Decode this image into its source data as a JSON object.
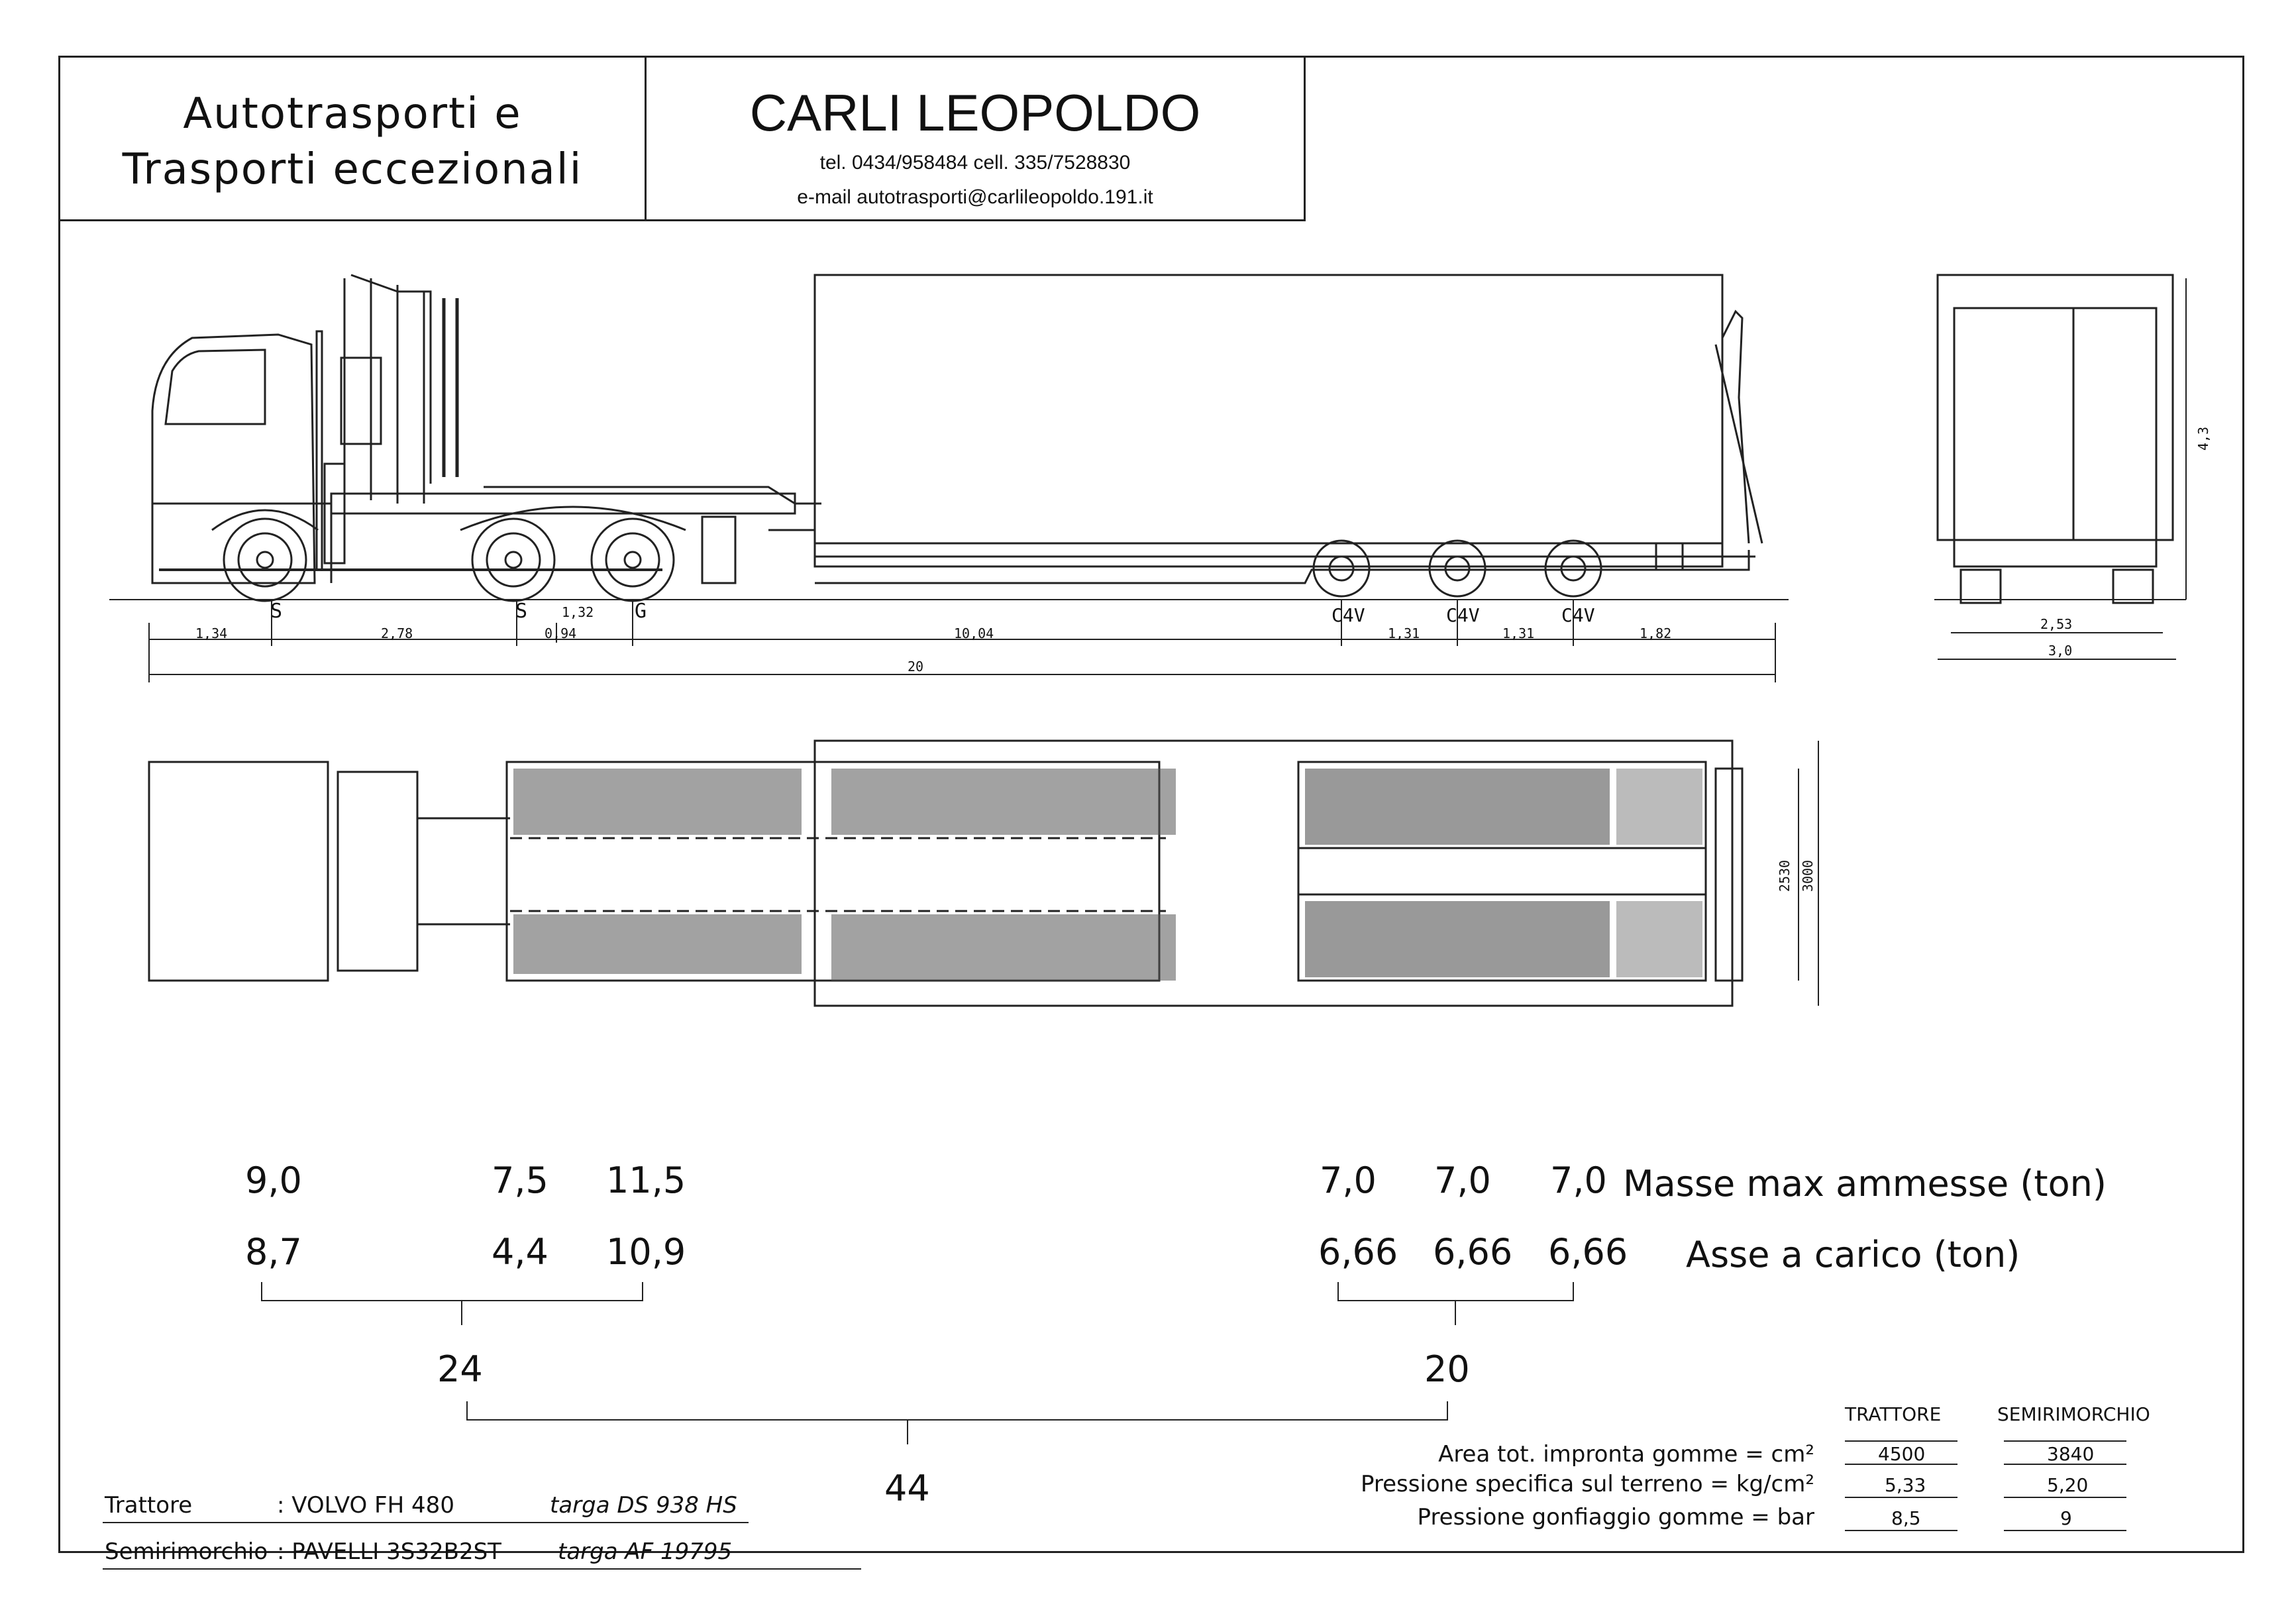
{
  "header": {
    "tagline_line1": "Autotrasporti e",
    "tagline_line2": "Trasporti eccezionali",
    "company_name": "CARLI LEOPOLDO",
    "phone_line": "tel. 0434/958484 cell. 335/7528830",
    "email_line": "e-mail  autotrasporti@carlileopoldo.191.it"
  },
  "side_view_dims": {
    "axle_labels": [
      "S",
      "S",
      "G",
      "C4V",
      "C4V",
      "C4V"
    ],
    "segments": [
      "1,34",
      "2,78",
      "1,32",
      "0,94",
      "10,04",
      "1,31",
      "1,31",
      "1,82"
    ],
    "total": "20",
    "height": "4,3",
    "track": "2,53",
    "width": "3,0"
  },
  "top_view_dims": {
    "inner_width": "2530",
    "outer_width": "3000"
  },
  "axle_loads": {
    "tractor_max": [
      "9,0",
      "7,5",
      "11,5"
    ],
    "tractor_load": [
      "8,7",
      "4,4",
      "10,9"
    ],
    "trailer_max": [
      "7,0",
      "7,0",
      "7,0"
    ],
    "trailer_load": [
      "6,66",
      "6,66",
      "6,66"
    ],
    "max_label": "Masse max ammesse (ton)",
    "load_label": "Asse a carico (ton)",
    "tractor_total": "24",
    "trailer_total": "20",
    "grand_total": "44"
  },
  "tyre_table": {
    "col_tractor": "TRATTORE",
    "col_trailer": "SEMIRIMORCHIO",
    "rows": [
      {
        "label": "Area tot. impronta gomme = cm²",
        "tractor": "4500",
        "trailer": "3840"
      },
      {
        "label": "Pressione specifica sul terreno = kg/cm²",
        "tractor": "5,33",
        "trailer": "5,20"
      },
      {
        "label": "Pressione gonfiaggio gomme = bar",
        "tractor": "8,5",
        "trailer": "9"
      }
    ]
  },
  "vehicles": {
    "tractor_label": "Trattore",
    "tractor_model": ": VOLVO FH 480",
    "tractor_plate": "targa DS 938 HS",
    "trailer_label": "Semirimorchio",
    "trailer_model": ": PAVELLI 3S32B2ST",
    "trailer_plate": "targa  AF 19795"
  }
}
